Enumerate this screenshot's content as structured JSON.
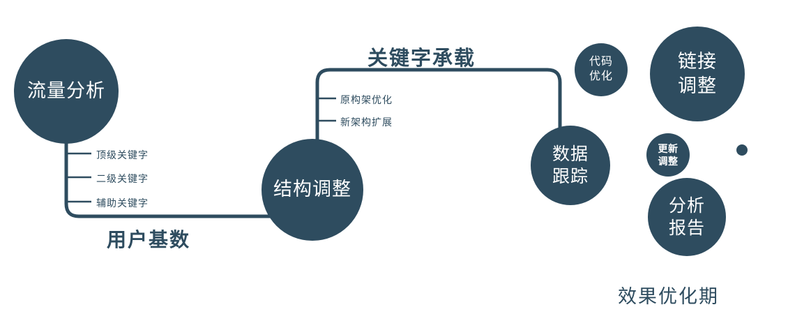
{
  "colors": {
    "primary": "#2e4c5f",
    "background": "#ffffff",
    "text_on_node": "#ffffff"
  },
  "nodes": {
    "traffic_analysis": {
      "label": "流量分析"
    },
    "structure_adjust": {
      "label": "结构调整"
    },
    "data_tracking": {
      "lines": [
        "数据",
        "跟踪"
      ]
    },
    "code_optimization": {
      "lines": [
        "代码",
        "优化"
      ]
    },
    "link_adjustment": {
      "lines": [
        "链接",
        "调整"
      ]
    },
    "update_adjustment": {
      "lines": [
        "更新",
        "调整"
      ]
    },
    "analysis_report": {
      "lines": [
        "分析",
        "报告"
      ]
    }
  },
  "branch_labels": {
    "left": [
      "顶级关键字",
      "二级关键字",
      "辅助关键字"
    ],
    "middle": [
      "原构架优化",
      "新架构扩展"
    ]
  },
  "edge_labels": {
    "user_base": "用户基数",
    "keyword_carrying": "关键字承载"
  },
  "caption": "效果优化期"
}
